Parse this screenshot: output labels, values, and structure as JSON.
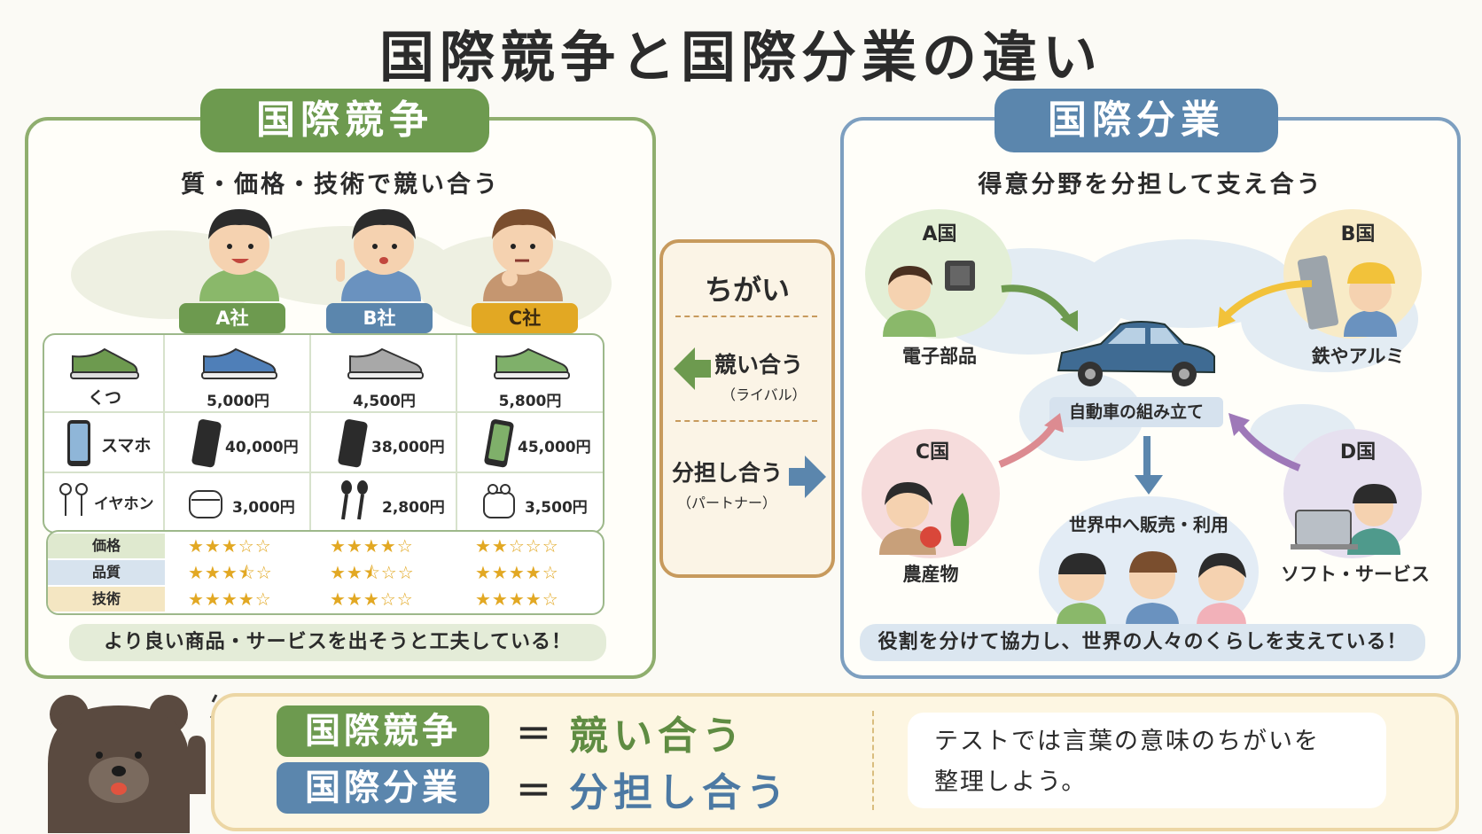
{
  "title": "国際競争と国際分業の違い",
  "colors": {
    "green": "#6d9a4f",
    "blue": "#5b86ad",
    "yellow": "#e2a823",
    "brown": "#c79a5d"
  },
  "left": {
    "header": "国際競争",
    "subtitle": "質・価格・技術で競い合う",
    "companies": [
      {
        "label": "A社",
        "color": "#6d9a4f"
      },
      {
        "label": "B社",
        "color": "#5b86ad"
      },
      {
        "label": "C社",
        "color": "#e2a823"
      }
    ],
    "products": [
      {
        "name": "くつ",
        "icon": "shoe-icon",
        "prices": [
          "5,000円",
          "4,500円",
          "5,800円"
        ]
      },
      {
        "name": "スマホ",
        "icon": "smartphone-icon",
        "prices": [
          "40,000円",
          "38,000円",
          "45,000円"
        ]
      },
      {
        "name": "イヤホン",
        "icon": "earphones-icon",
        "prices": [
          "3,000円",
          "2,800円",
          "3,500円"
        ]
      }
    ],
    "ratings": [
      {
        "label": "価格",
        "values": [
          3,
          4,
          2
        ],
        "color": "#dfe9cf"
      },
      {
        "label": "品質",
        "values": [
          3.5,
          2.5,
          4
        ],
        "color": "#d7e3ee"
      },
      {
        "label": "技術",
        "values": [
          4,
          3,
          4
        ],
        "color": "#f4e6c2"
      }
    ],
    "note": "より良い商品・サービスを出そうと工夫している！"
  },
  "middle": {
    "title": "ちがい",
    "item1": {
      "label": "競い合う",
      "sub": "（ライバル）"
    },
    "item2": {
      "label": "分担し合う",
      "sub": "（パートナー）"
    }
  },
  "right": {
    "header": "国際分業",
    "subtitle": "得意分野を分担して支え合う",
    "countries": [
      {
        "name": "A国",
        "label": "電子部品"
      },
      {
        "name": "B国",
        "label": "鉄やアルミ"
      },
      {
        "name": "C国",
        "label": "農産物"
      },
      {
        "name": "D国",
        "label": "ソフト・サービス"
      }
    ],
    "center": "自動車の組み立て",
    "world": "世界中へ販売・利用",
    "note": "役割を分けて協力し、世界の人々のくらしを支えている！"
  },
  "bottom": {
    "term1": "国際競争",
    "meaning1": "競い合う",
    "term2": "国際分業",
    "meaning2": "分担し合う",
    "eq": "＝",
    "tip_line1": "テストでは言葉の意味のちがいを",
    "tip_line2": "整理しよう。"
  }
}
